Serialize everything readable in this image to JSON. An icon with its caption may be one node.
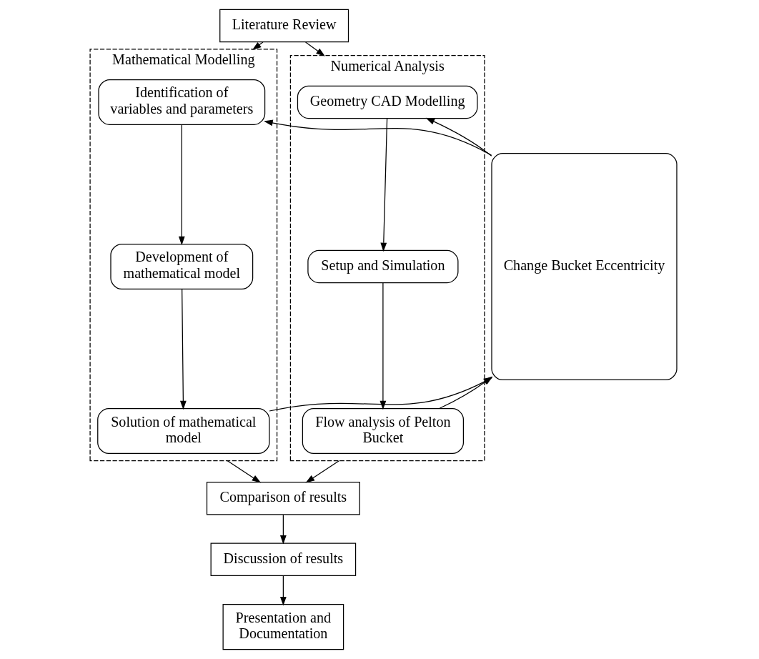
{
  "diagram": {
    "nodes": [
      {
        "text": [
          "Literature Review"
        ]
      },
      {
        "text": [
          "Mathematical Modelling"
        ]
      },
      {
        "text": [
          "Identification of variables and parameters"
        ],
        "in": 1
      },
      {
        "text": [
          "Development of mathematical model"
        ],
        "in": 1
      },
      {
        "text": [
          "Solution of mathematical model"
        ],
        "in": 1
      },
      {
        "text": [
          "Change Bucket Eccentricity"
        ]
      },
      {
        "text": [
          "Numerical Analysis"
        ]
      },
      {
        "text": [
          "Geometry CAD Modelling"
        ],
        "in": 6
      },
      {
        "text": [
          "Setup and Simulation"
        ],
        "in": 6
      },
      {
        "text": [
          "Flow analysis of Pelton Bucket"
        ],
        "in": 6
      },
      {
        "text": [
          "Comparison of results"
        ]
      },
      {
        "text": [
          "Discussion of results"
        ]
      },
      {
        "text": [
          "Presentation and Documentation"
        ]
      }
    ],
    "edges": [
      {
        "from": 0,
        "to": 1,
        "arrow": "to"
      },
      {
        "from": 0,
        "to": 6,
        "arrow": "to"
      },
      {
        "from": 2,
        "to": 3,
        "arrow": "to"
      },
      {
        "from": 3,
        "to": 4,
        "arrow": "to"
      },
      {
        "from": 5,
        "to": 2,
        "arrow": "to"
      },
      {
        "from": 5,
        "to": 7,
        "arrow": "to"
      },
      {
        "from": 4,
        "to": 5,
        "arrow": "to"
      },
      {
        "from": 9,
        "to": 5,
        "arrow": "to"
      },
      {
        "from": 7,
        "to": 8,
        "arrow": "to"
      },
      {
        "from": 8,
        "to": 9,
        "arrow": "to"
      },
      {
        "from": 1,
        "to": 10,
        "arrow": "to"
      },
      {
        "from": 6,
        "to": 10,
        "arrow": "to"
      },
      {
        "from": 10,
        "to": 11,
        "arrow": "to"
      },
      {
        "from": 11,
        "to": 12,
        "arrow": "to"
      }
    ]
  }
}
